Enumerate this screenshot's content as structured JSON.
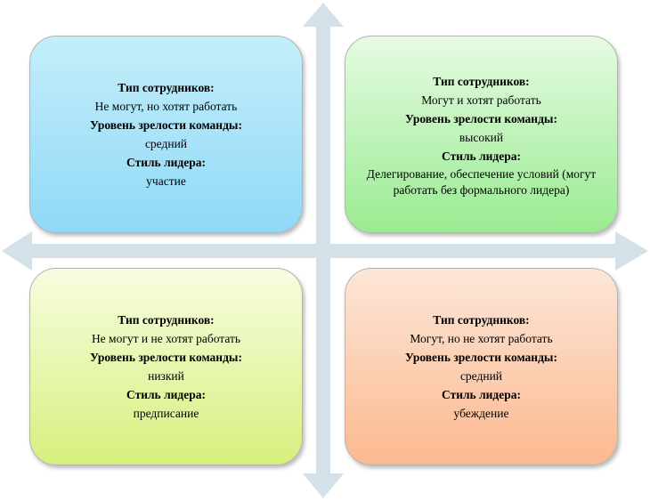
{
  "colors": {
    "axis": "#d4e1e8",
    "top_left": [
      "#c4eefb",
      "#8fd9f7"
    ],
    "top_right": [
      "#e6fbe2",
      "#9aeb92"
    ],
    "bottom_left": [
      "#f7fde0",
      "#d6f07e"
    ],
    "bottom_right": [
      "#fde6d9",
      "#fbb98e"
    ]
  },
  "quadrants": {
    "top_left": {
      "type_label": "Тип сотрудников:",
      "type_value": "Не могут,  но хотят  работать",
      "maturity_label": "Уровень зрелости команды:",
      "maturity_value": "средний",
      "style_label": "Стиль лидера:",
      "style_value": "участие"
    },
    "top_right": {
      "type_label": "Тип сотрудников:",
      "type_value": "Могут и хотят  работать",
      "maturity_label": "Уровень зрелости команды:",
      "maturity_value": "высокий",
      "style_label": "Стиль лидера:",
      "style_value_line1": "Делегирование,  обеспечение  условий (могут",
      "style_value_line2": "работать  без формального  лидера)"
    },
    "bottom_left": {
      "type_label": "Тип сотрудников:",
      "type_value": "Не могут и не хотят  работать",
      "maturity_label": "Уровень зрелости команды:",
      "maturity_value": "низкий",
      "style_label": "Стиль лидера:",
      "style_value": "предписание"
    },
    "bottom_right": {
      "type_label": "Тип сотрудников:",
      "type_value": "Могут,  но не хотят  работать",
      "maturity_label": "Уровень зрелости команды:",
      "maturity_value": "средний",
      "style_label": "Стиль лидера:",
      "style_value": "убеждение"
    }
  }
}
